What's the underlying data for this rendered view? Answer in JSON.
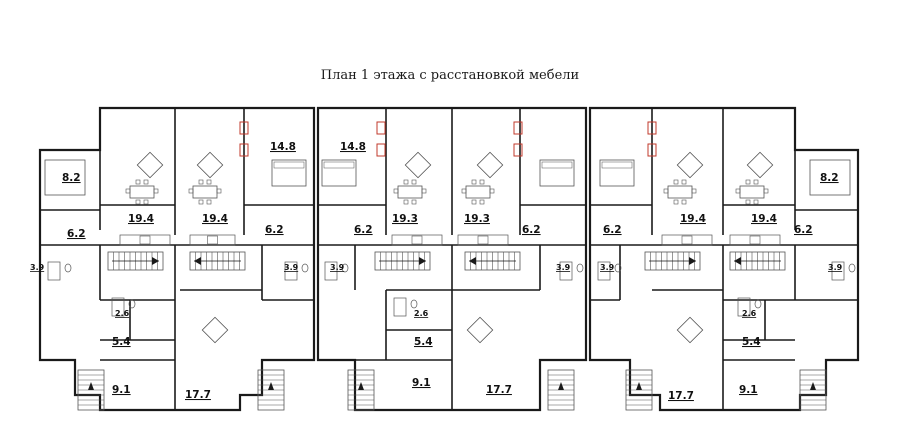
{
  "title": "План 1 этажа с расстановкой мебели",
  "rooms": [
    {
      "label": "8.2"
    },
    {
      "label": "19.4"
    },
    {
      "label": "6.2"
    },
    {
      "label": "3.9"
    },
    {
      "label": "2.6"
    },
    {
      "label": "5.4"
    },
    {
      "label": "9.1"
    },
    {
      "label": "17.7"
    },
    {
      "label": "19.4"
    },
    {
      "label": "14.8"
    },
    {
      "label": "6.2"
    },
    {
      "label": "3.9"
    },
    {
      "label": "14.8"
    },
    {
      "label": "19.3"
    },
    {
      "label": "6.2"
    },
    {
      "label": "3.9"
    },
    {
      "label": "2.6"
    },
    {
      "label": "5.4"
    },
    {
      "label": "9.1"
    },
    {
      "label": "17.7"
    },
    {
      "label": "19.3"
    },
    {
      "label": "6.2"
    },
    {
      "label": "3.9"
    },
    {
      "label": "6.2"
    },
    {
      "label": "19.4"
    },
    {
      "label": "3.9"
    },
    {
      "label": "17.7"
    },
    {
      "label": "8.2"
    },
    {
      "label": "19.4"
    },
    {
      "label": "6.2"
    },
    {
      "label": "3.9"
    },
    {
      "label": "2.6"
    },
    {
      "label": "5.4"
    },
    {
      "label": "9.1"
    }
  ],
  "colors": {
    "wall": "#1a1a1a",
    "line": "#555555",
    "accent": "#c0392b"
  }
}
